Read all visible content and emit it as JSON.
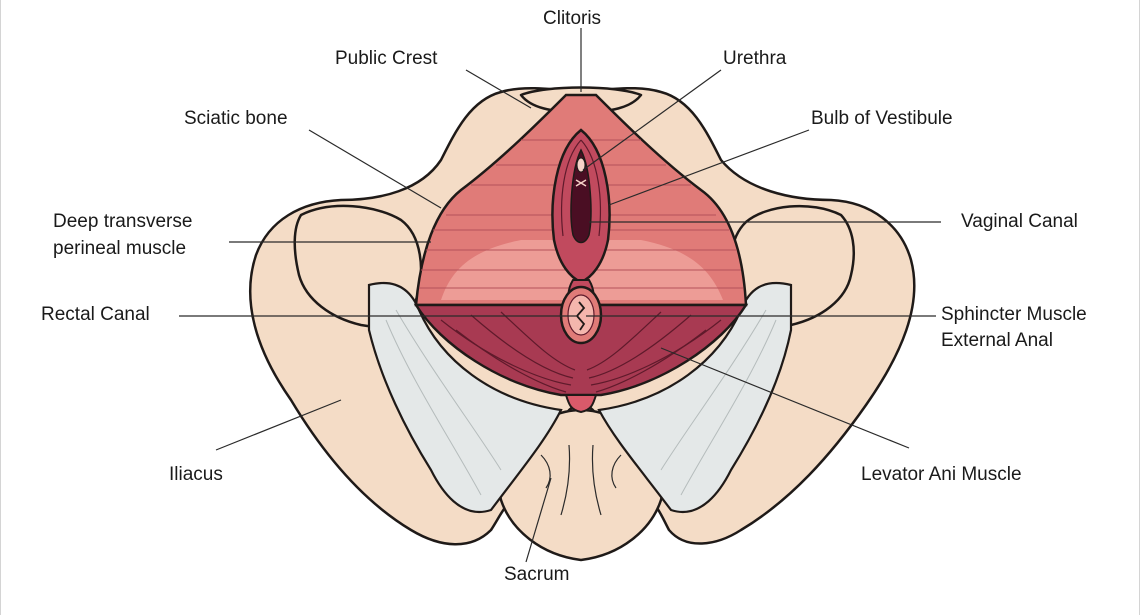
{
  "labels": {
    "clitoris": "Clitoris",
    "public_crest": "Public Crest",
    "urethra": "Urethra",
    "sciatic_bone": "Sciatic bone",
    "bulb_of_vestibule": "Bulb of Vestibule",
    "deep_transverse_line1": "Deep transverse",
    "deep_transverse_line2": "perineal muscle",
    "vaginal_canal": "Vaginal Canal",
    "rectal_canal": "Rectal Canal",
    "sphincter_line1": "Sphincter Muscle",
    "sphincter_line2": "External Anal",
    "iliacus": "Iliacus",
    "levator_ani": "Levator Ani Muscle",
    "sacrum": "Sacrum"
  },
  "colors": {
    "bone": "#f4dcc6",
    "ligament": "#e4e8e8",
    "perineal_muscle": "#e07b78",
    "levator_muscle": "#a83a52",
    "outline": "#1f1a18"
  }
}
